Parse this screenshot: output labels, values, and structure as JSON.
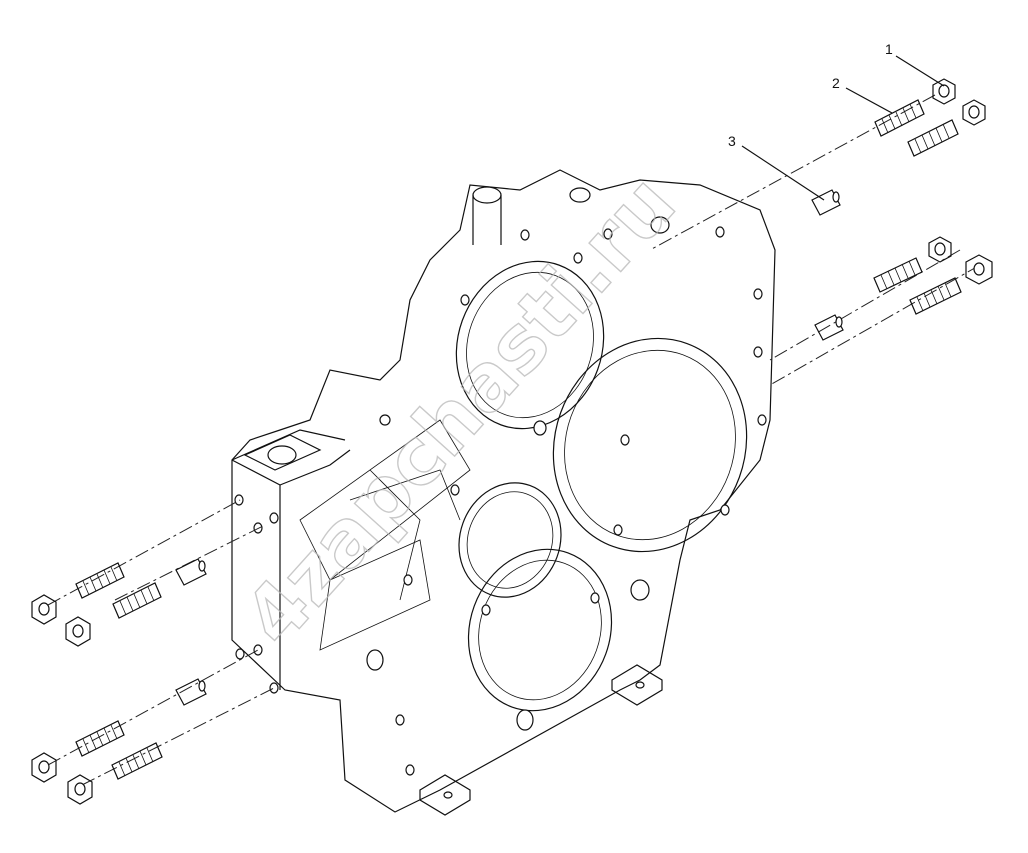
{
  "diagram": {
    "callouts": [
      {
        "number": "1",
        "part": "nut"
      },
      {
        "number": "2",
        "part": "stud"
      },
      {
        "number": "3",
        "part": "dowel"
      }
    ],
    "watermark": "4zapchasti.ru",
    "colors": {
      "line": "#111111",
      "background": "#ffffff",
      "watermark": "#b8b8b8"
    }
  }
}
